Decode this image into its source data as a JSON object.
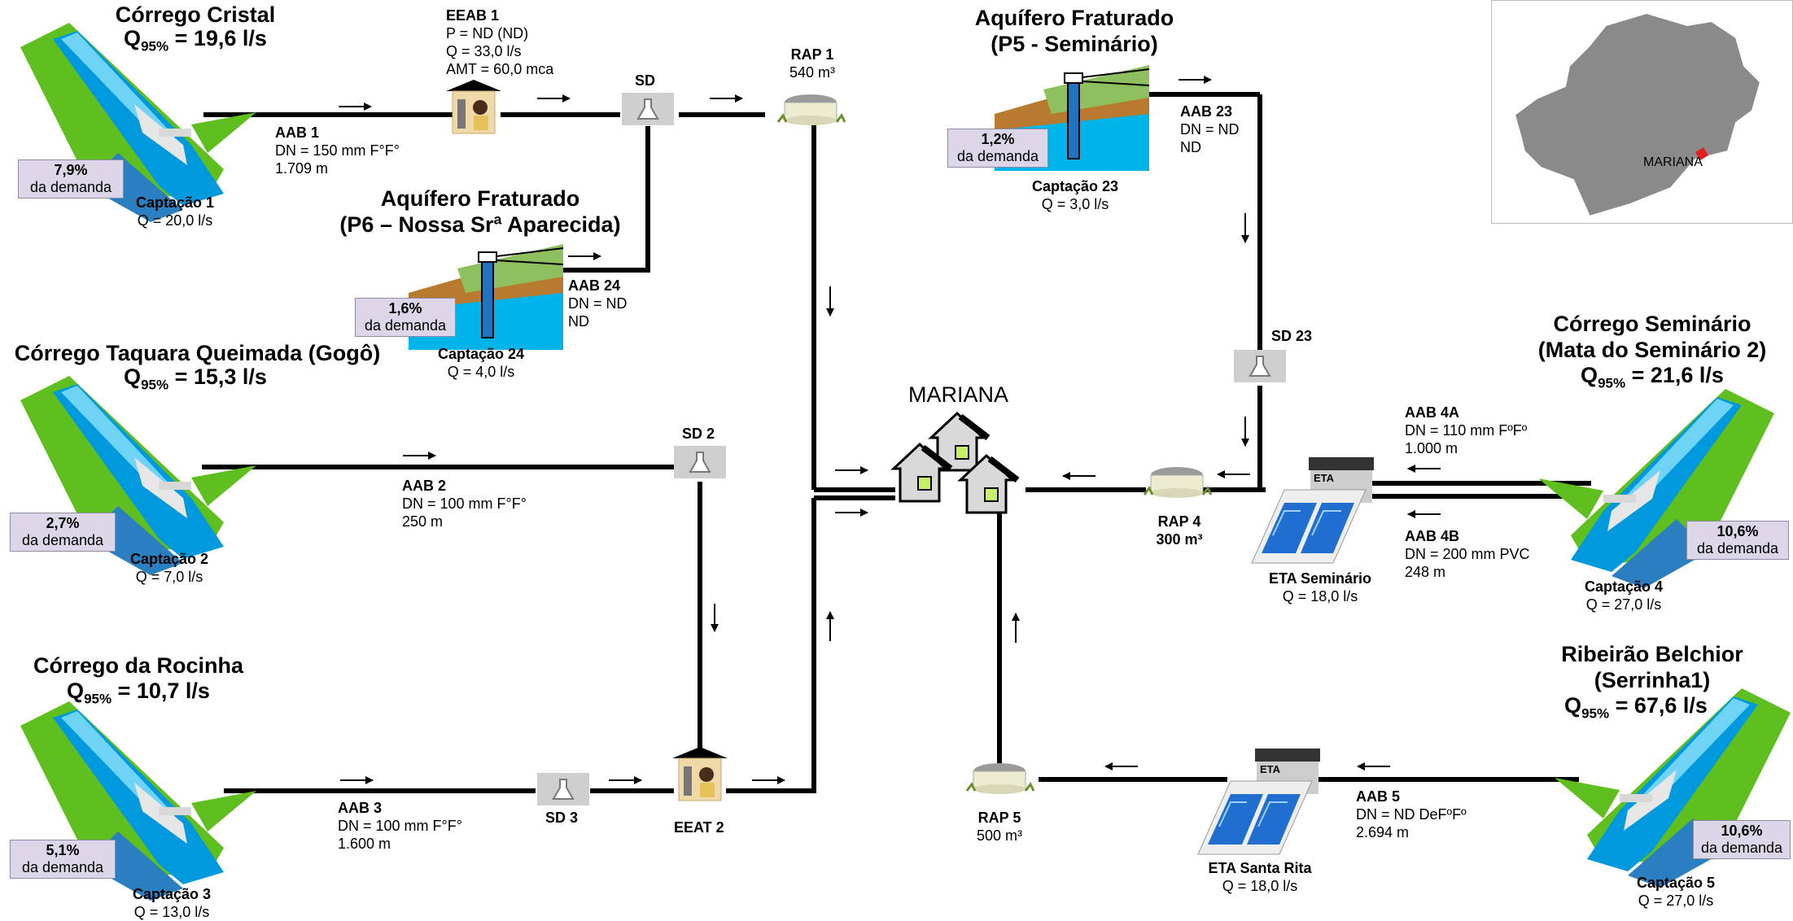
{
  "sources": [
    {
      "name": "Córrego Cristal",
      "q95": "= 19,6 l/s",
      "demand_pct": "7,9%",
      "demand_text": "da demanda",
      "capt": "Captação 1",
      "capt_q": "Q = 20,0 l/s"
    },
    {
      "name": "Córrego Taquara Queimada (Gogô)",
      "q95": "= 15,3 l/s",
      "demand_pct": "2,7%",
      "demand_text": "da demanda",
      "capt": "Captação 2",
      "capt_q": "Q = 7,0 l/s"
    },
    {
      "name": "Córrego da Rocinha",
      "q95": "= 10,7 l/s",
      "demand_pct": "5,1%",
      "demand_text": "da demanda",
      "capt": "Captação 3",
      "capt_q": "Q = 13,0 l/s"
    },
    {
      "name1": "Córrego Seminário",
      "name2": "(Mata do Seminário 2)",
      "q95": "= 21,6 l/s",
      "demand_pct": "10,6%",
      "demand_text": "da demanda",
      "capt": "Captação 4",
      "capt_q": "Q = 27,0 l/s"
    },
    {
      "name1": "Ribeirão Belchior",
      "name2": "(Serrinha1)",
      "q95": "= 67,6 l/s",
      "demand_pct": "10,6%",
      "demand_text": "da demanda",
      "capt": "Captação 5",
      "capt_q": "Q = 27,0 l/s"
    }
  ],
  "q_symbol": "Q",
  "q_sub": "95%",
  "aquifers": [
    {
      "name1": "Aquífero Fraturado",
      "name2": "(P6 – Nossa Srª Aparecida)",
      "demand_pct": "1,6%",
      "demand_text": "da demanda",
      "capt": "Captação 24",
      "capt_q": "Q = 4,0 l/s"
    },
    {
      "name1": "Aquífero Fraturado",
      "name2": "(P5 - Seminário)",
      "demand_pct": "1,2%",
      "demand_text": "da demanda",
      "capt": "Captação 23",
      "capt_q": "Q = 3,0 l/s"
    }
  ],
  "pipes": {
    "aab1": {
      "name": "AAB 1",
      "l1": "DN = 150 mm F°F°",
      "l2": "1.709 m"
    },
    "aab2": {
      "name": "AAB 2",
      "l1": "DN = 100 mm F°F°",
      "l2": "250 m"
    },
    "aab3": {
      "name": "AAB 3",
      "l1": "DN = 100 mm F°F°",
      "l2": "1.600 m"
    },
    "aab24": {
      "name": "AAB 24",
      "l1": "DN = ND",
      "l2": "ND"
    },
    "aab23": {
      "name": "AAB 23",
      "l1": "DN = ND",
      "l2": "ND"
    },
    "aab4a": {
      "name": "AAB 4A",
      "l1": "DN = 110 mm FºFº",
      "l2": "1.000 m"
    },
    "aab4b": {
      "name": "AAB 4B",
      "l1": "DN = 200 mm PVC",
      "l2": "248 m"
    },
    "aab5": {
      "name": "AAB 5",
      "l1": "DN = ND DeFºFº",
      "l2": "2.694 m"
    }
  },
  "eeab1": {
    "name": "EEAB 1",
    "l1": "P = ND (ND)",
    "l2": "Q = 33,0 l/s",
    "l3": "AMT = 60,0 mca"
  },
  "eeat2": {
    "name": "EEAT 2"
  },
  "sd": {
    "sd1": "SD",
    "sd2": "SD 2",
    "sd3": "SD 3",
    "sd23": "SD 23"
  },
  "reservoirs": {
    "rap1": {
      "name": "RAP 1",
      "vol": "540 m³"
    },
    "rap4": {
      "name": "RAP 4",
      "vol": "300 m³"
    },
    "rap5": {
      "name": "RAP 5",
      "vol": "500 m³"
    }
  },
  "eta": {
    "sem": {
      "name": "ETA Seminário",
      "q": "Q = 18,0 l/s",
      "tag": "ETA"
    },
    "sr": {
      "name": "ETA Santa Rita",
      "q": "Q = 18,0 l/s",
      "tag": "ETA"
    }
  },
  "city": "MARIANA",
  "map": {
    "label": "MARIANA"
  },
  "colors": {
    "water": "#00a8e8",
    "grass": "#5fbf1f",
    "badge": "#dcd6e8",
    "line": "#000000"
  }
}
